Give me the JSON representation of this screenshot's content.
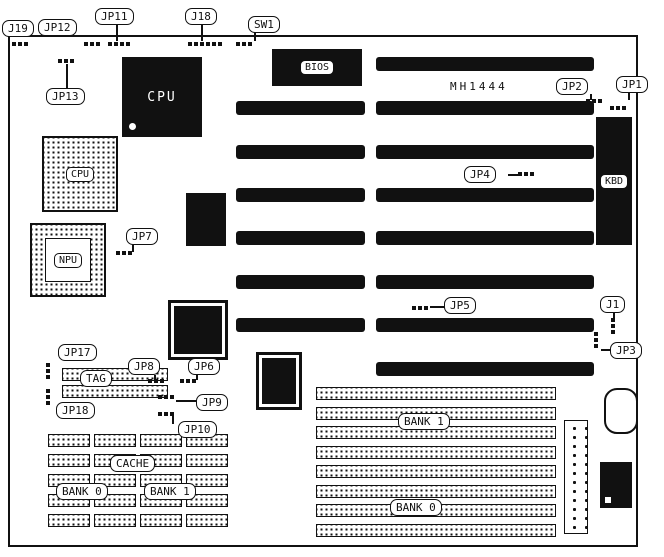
{
  "board": {
    "model": "MH1444",
    "colors": {
      "line": "#111111",
      "chip_fill": "#111111",
      "background": "#ffffff"
    },
    "labels": {
      "j19": "J19",
      "jp12": "JP12",
      "jp11": "JP11",
      "j18": "J18",
      "sw1": "SW1",
      "jp13": "JP13",
      "jp2": "JP2",
      "jp1": "JP1",
      "jp4": "JP4",
      "jp7": "JP7",
      "jp5": "JP5",
      "j1": "J1",
      "jp3": "JP3",
      "jp17": "JP17",
      "jp8": "JP8",
      "jp6": "JP6",
      "jp18": "JP18",
      "jp9": "JP9",
      "jp10": "JP10"
    },
    "components": {
      "cpu_main": "CPU",
      "cpu_qfp": "CPU",
      "npu": "NPU",
      "bios": "BIOS",
      "kbd": "KBD",
      "tag": "TAG",
      "cache": "CACHE",
      "cache_bank0": "BANK 0",
      "cache_bank1": "BANK 1",
      "simm_bank1": "BANK 1",
      "simm_bank0": "BANK 0"
    }
  }
}
